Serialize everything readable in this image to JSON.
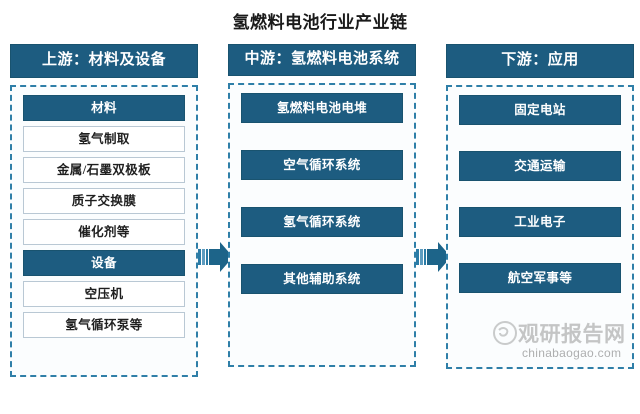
{
  "title": "氢燃料电池行业产业链",
  "colors": {
    "accent_dark": "#1d5c80",
    "dashed_border": "#2f7fa8",
    "item_border": "#b9c8d4",
    "background": "#ffffff"
  },
  "columns": [
    {
      "key": "upstream",
      "header": "上游：材料及设备",
      "items": [
        {
          "label": "材料",
          "style": "filled"
        },
        {
          "label": "氢气制取",
          "style": "plain"
        },
        {
          "label": "金属/石墨双极板",
          "style": "plain"
        },
        {
          "label": "质子交换膜",
          "style": "plain"
        },
        {
          "label": "催化剂等",
          "style": "plain"
        },
        {
          "label": "设备",
          "style": "filled"
        },
        {
          "label": "空压机",
          "style": "plain"
        },
        {
          "label": "氢气循环泵等",
          "style": "plain"
        }
      ]
    },
    {
      "key": "midstream",
      "header": "中游：氢燃料电池系统",
      "items": [
        {
          "label": "氢燃料电池电堆",
          "style": "filled"
        },
        {
          "label": "空气循环系统",
          "style": "filled"
        },
        {
          "label": "氢气循环系统",
          "style": "filled"
        },
        {
          "label": "其他辅助系统",
          "style": "filled"
        }
      ]
    },
    {
      "key": "downstream",
      "header": "下游：应用",
      "items": [
        {
          "label": "固定电站",
          "style": "filled"
        },
        {
          "label": "交通运输",
          "style": "filled"
        },
        {
          "label": "工业电子",
          "style": "filled"
        },
        {
          "label": "航空军事等",
          "style": "filled"
        }
      ]
    }
  ],
  "arrows": [
    {
      "name": "arrow-upstream-to-midstream",
      "direction": "right"
    },
    {
      "name": "arrow-midstream-to-downstream",
      "direction": "right"
    }
  ],
  "watermark": {
    "brand": "观研报告网",
    "url": "chinabaogao.com"
  }
}
